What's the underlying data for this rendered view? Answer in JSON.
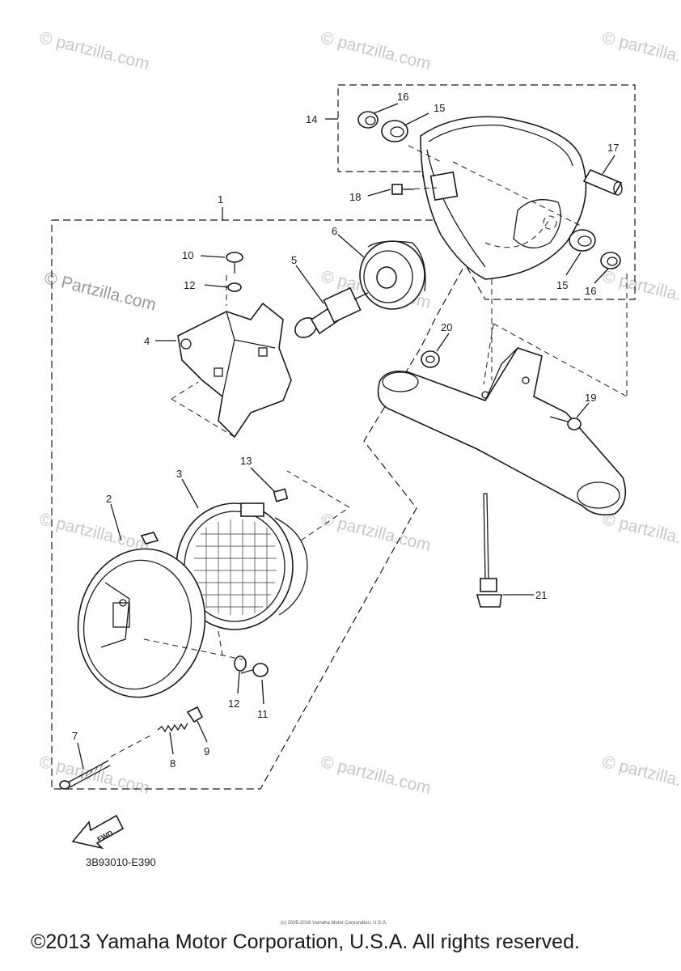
{
  "watermark": {
    "text": "© Partzilla.com",
    "text_alt": "© partzilla.com"
  },
  "callouts": {
    "c1": "1",
    "c2": "2",
    "c3": "3",
    "c4": "4",
    "c5": "5",
    "c6": "6",
    "c7": "7",
    "c8": "8",
    "c9": "9",
    "c10": "10",
    "c11": "11",
    "c12a": "12",
    "c12b": "12",
    "c13": "13",
    "c14": "14",
    "c15a": "15",
    "c15b": "15",
    "c16a": "16",
    "c16b": "16",
    "c17": "17",
    "c18": "18",
    "c19": "19",
    "c20": "20",
    "c21": "21"
  },
  "fwd_label": "FWD",
  "diagram_code": "3B93010-E390",
  "copyright": "©2013 Yamaha Motor Corporation, U.S.A. All rights reserved.",
  "copyright_small": "(c) 2005-2016 Yamaha Motor Corporation, U.S.A."
}
